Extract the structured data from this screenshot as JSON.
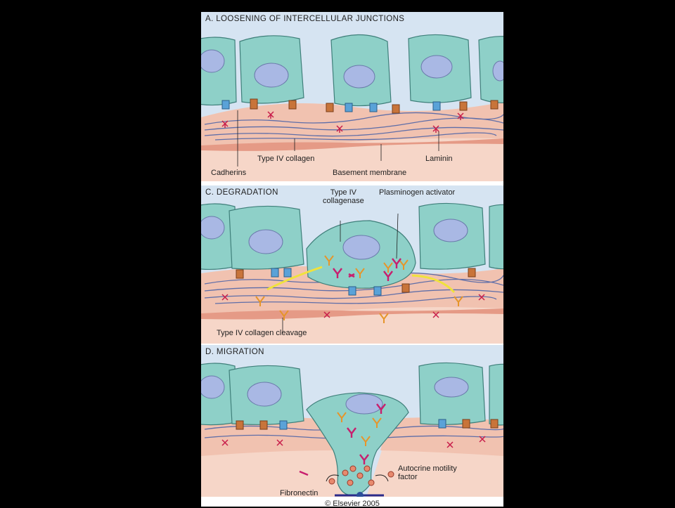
{
  "figure": {
    "panels": [
      {
        "title": "A. LOOSENING OF INTERCELLULAR JUNCTIONS",
        "labels": {
          "type_iv_collagen": "Type IV collagen",
          "laminin": "Laminin",
          "cadherins": "Cadherins",
          "basement_membrane": "Basement membrane"
        }
      },
      {
        "title": "C. DEGRADATION",
        "labels": {
          "type_iv_collagenase": "Type IV\ncollagenase",
          "plasminogen_activator": "Plasminogen activator",
          "collagen_cleavage": "Type IV collagen cleavage"
        }
      },
      {
        "title": "D. MIGRATION",
        "labels": {
          "autocrine_motility_factor": "Autocrine motility\nfactor",
          "fibronectin": "Fibronectin"
        }
      }
    ],
    "copyright": "© Elsevier 2005",
    "colors": {
      "panel_bg": "#d6e4f2",
      "cell": "#8ed0c8",
      "nucleus": "#a9b8e4",
      "membrane": "#f3c8b6",
      "fiber": "#5f6ea8",
      "collagenase": "#e6952a",
      "plasminogen_activator": "#c81e6e",
      "arrow": "#f0e23c"
    },
    "icons": [
      "cadherin-junction-icon",
      "laminin-icon",
      "collagenase-icon",
      "plasminogen-activator-icon"
    ]
  }
}
